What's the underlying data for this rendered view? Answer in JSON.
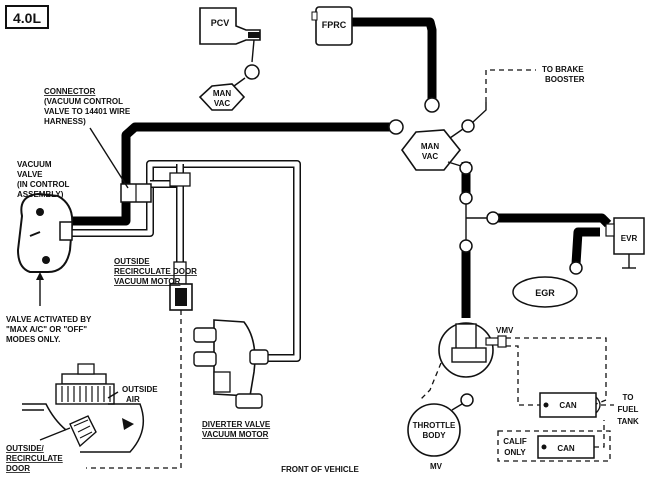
{
  "engine_label": "4.0L",
  "labels": {
    "pcv": "PCV",
    "fprc": "FPRC",
    "man_vac_top": [
      "MAN",
      "VAC"
    ],
    "man_vac_mid": [
      "MAN",
      "VAC"
    ],
    "to_brake_booster": [
      "TO BRAKE",
      "BOOSTER"
    ],
    "connector_title": "CONNECTOR",
    "connector_desc": [
      "(VACUUM CONTROL",
      "VALVE TO 14401 WIRE",
      "HARNESS)"
    ],
    "vacuum_valve": [
      "VACUUM",
      "VALVE"
    ],
    "vacuum_valve_desc": [
      "(IN CONTROL",
      "ASSEMBLY)"
    ],
    "evr": "EVR",
    "egr": "EGR",
    "outside_recirc_motor": [
      "OUTSIDE",
      "RECIRCULATE DOOR",
      "VACUUM MOTOR"
    ],
    "valve_activated": [
      "VALVE ACTIVATED BY",
      "\"MAX A/C\" OR \"OFF\"",
      "MODES ONLY."
    ],
    "vmv": "VMV",
    "outside_air": [
      "OUTSIDE",
      "AIR"
    ],
    "throttle_body": [
      "THROTTLE",
      "BODY"
    ],
    "mv": "MV",
    "can_1": "CAN",
    "can_2": "CAN",
    "to_fuel_tank": [
      "TO",
      "FUEL",
      "TANK"
    ],
    "calif_only": [
      "CALIF",
      "ONLY"
    ],
    "outside_recirc_door": [
      "OUTSIDE/",
      "RECIRCULATE",
      "DOOR"
    ],
    "diverter_valve": [
      "DIVERTER VALVE",
      "VACUUM MOTOR"
    ],
    "front_of_vehicle": "FRONT OF VEHICLE"
  }
}
